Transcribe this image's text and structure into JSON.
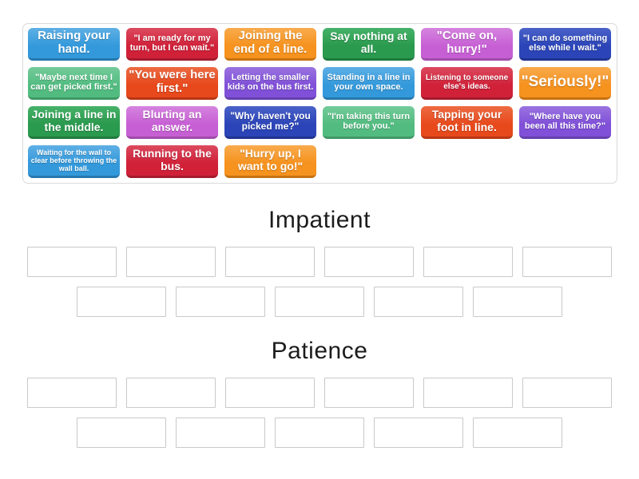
{
  "palette": {
    "blue": {
      "base": "#3399DB",
      "light": "#5FB0E5",
      "dark": "#2678AE"
    },
    "crimson": {
      "base": "#D02139",
      "light": "#DC4A5E",
      "dark": "#A51A2D"
    },
    "orange": {
      "base": "#F6921E",
      "light": "#F8AB4D",
      "dark": "#C67211"
    },
    "forest": {
      "base": "#2A9A4E",
      "light": "#46B269",
      "dark": "#1F7A3C"
    },
    "orchid": {
      "base": "#C75FD4",
      "light": "#D584DF",
      "dark": "#A04BAB"
    },
    "royal": {
      "base": "#2B45B8",
      "light": "#4A61C8",
      "dark": "#1F3390"
    },
    "emerald": {
      "base": "#52BC80",
      "light": "#74CB9A",
      "dark": "#3F9865"
    },
    "orangered": {
      "base": "#E7491C",
      "light": "#ED6B42",
      "dark": "#B93614"
    },
    "purple": {
      "base": "#8050D8",
      "light": "#9A73E0",
      "dark": "#653FAD"
    }
  },
  "tray": {
    "tiles": [
      {
        "label": "Raising your hand.",
        "color": "blue",
        "size": 15
      },
      {
        "label": "\"I am ready for my turn, but I can wait.\"",
        "color": "crimson",
        "size": 11
      },
      {
        "label": "Joining the end of a line.",
        "color": "orange",
        "size": 15
      },
      {
        "label": "Say nothing at all.",
        "color": "forest",
        "size": 14
      },
      {
        "label": "\"Come on, hurry!\"",
        "color": "orchid",
        "size": 15
      },
      {
        "label": "\"I can do something else while I wait.\"",
        "color": "royal",
        "size": 11
      },
      {
        "label": "\"Maybe next time I can get picked first.\"",
        "color": "emerald",
        "size": 11
      },
      {
        "label": "\"You were here first.\"",
        "color": "orangered",
        "size": 15
      },
      {
        "label": "Letting the smaller kids on the bus first.",
        "color": "purple",
        "size": 11
      },
      {
        "label": "Standing in a line in your own space.",
        "color": "blue",
        "size": 11
      },
      {
        "label": "Listening to someone else's ideas.",
        "color": "crimson",
        "size": 10
      },
      {
        "label": "\"Seriously!\"",
        "color": "orange",
        "size": 19
      },
      {
        "label": "Joining a line in the middle.",
        "color": "forest",
        "size": 14
      },
      {
        "label": "Blurting an answer.",
        "color": "orchid",
        "size": 14
      },
      {
        "label": "\"Why haven't you picked me?\"",
        "color": "royal",
        "size": 12
      },
      {
        "label": "\"I'm taking this turn before you.\"",
        "color": "emerald",
        "size": 11
      },
      {
        "label": "Tapping your foot in line.",
        "color": "orangered",
        "size": 14
      },
      {
        "label": "\"Where have you been all this time?\"",
        "color": "purple",
        "size": 11
      },
      {
        "label": "Waiting for the wall to clear before throwing the wall ball.",
        "color": "blue",
        "size": 9
      },
      {
        "label": "Running to the bus.",
        "color": "crimson",
        "size": 14
      },
      {
        "label": "\"Hurry up, I want to go!\"",
        "color": "orange",
        "size": 14
      }
    ]
  },
  "groups": [
    {
      "title": "Impatient",
      "rows": [
        6,
        5
      ]
    },
    {
      "title": "Patience",
      "rows": [
        6,
        5
      ]
    }
  ]
}
